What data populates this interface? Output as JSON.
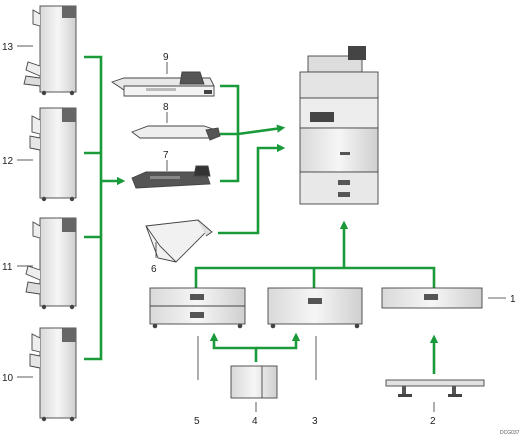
{
  "diagram": {
    "doc_code": "DCG037",
    "arrow_color": "#1a9a3a",
    "callouts": [
      {
        "id": "c1",
        "text": "1"
      },
      {
        "id": "c2",
        "text": "2"
      },
      {
        "id": "c3",
        "text": "3"
      },
      {
        "id": "c4",
        "text": "4"
      },
      {
        "id": "c5",
        "text": "5"
      },
      {
        "id": "c6",
        "text": "6"
      },
      {
        "id": "c7",
        "text": "7"
      },
      {
        "id": "c8",
        "text": "8"
      },
      {
        "id": "c9",
        "text": "9"
      },
      {
        "id": "c10",
        "text": "10"
      },
      {
        "id": "c11",
        "text": "11"
      },
      {
        "id": "c12",
        "text": "12"
      },
      {
        "id": "c13",
        "text": "13"
      }
    ]
  }
}
